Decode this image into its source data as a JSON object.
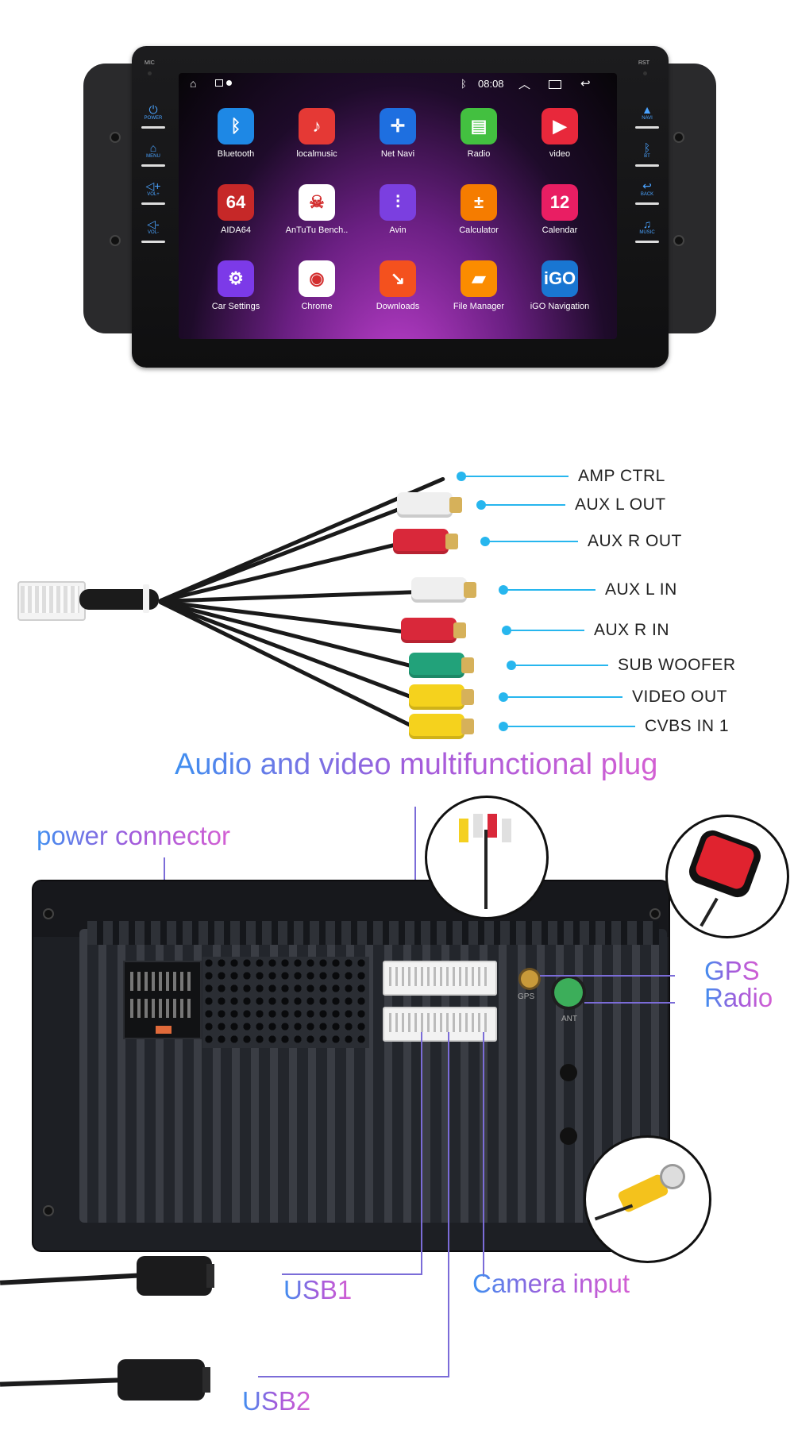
{
  "unit": {
    "mic": "MIC",
    "rst": "RST",
    "status": {
      "time": "08:08"
    },
    "left_buttons": [
      {
        "glyph": "⏻",
        "label": "POWER",
        "icon": "power-icon"
      },
      {
        "glyph": "⌂",
        "label": "MENU",
        "icon": "home-icon"
      },
      {
        "glyph": "◁+",
        "label": "VOL+",
        "icon": "volume-up-icon"
      },
      {
        "glyph": "◁-",
        "label": "VOL-",
        "icon": "volume-down-icon"
      }
    ],
    "right_buttons": [
      {
        "glyph": "▲",
        "label": "NAVI",
        "icon": "navi-icon"
      },
      {
        "glyph": "ᛒ",
        "label": "BT",
        "icon": "bluetooth-icon"
      },
      {
        "glyph": "↩",
        "label": "BACK",
        "icon": "back-icon"
      },
      {
        "glyph": "♫",
        "label": "MUSIC",
        "icon": "music-icon"
      }
    ],
    "apps": [
      {
        "label": "Bluetooth",
        "icon": "bluetooth-icon",
        "glyph": "ᛒ",
        "color": "#1e88e5"
      },
      {
        "label": "localmusic",
        "icon": "music-note-icon",
        "glyph": "♪",
        "color": "#e53935"
      },
      {
        "label": "Net Navi",
        "icon": "compass-icon",
        "glyph": "✛",
        "color": "#1e6fe0"
      },
      {
        "label": "Radio",
        "icon": "radio-icon",
        "glyph": "▤",
        "color": "#43c040"
      },
      {
        "label": "video",
        "icon": "play-icon",
        "glyph": "▶",
        "color": "#e8283b"
      },
      {
        "label": "AIDA64",
        "icon": "aida64-icon",
        "glyph": "64",
        "color": "#c62828"
      },
      {
        "label": "AnTuTu Bench..",
        "icon": "antutu-icon",
        "glyph": "☠",
        "color": "#ffffff"
      },
      {
        "label": "Avin",
        "icon": "equalizer-icon",
        "glyph": "⫶",
        "color": "#7b3fe0"
      },
      {
        "label": "Calculator",
        "icon": "calculator-icon",
        "glyph": "±",
        "color": "#f57c00"
      },
      {
        "label": "Calendar",
        "icon": "calendar-icon",
        "glyph": "12",
        "color": "#e91e63"
      },
      {
        "label": "Car Settings",
        "icon": "gear-icon",
        "glyph": "⚙",
        "color": "#7c3ae8"
      },
      {
        "label": "Chrome",
        "icon": "chrome-icon",
        "glyph": "◉",
        "color": "#ffffff"
      },
      {
        "label": "Downloads",
        "icon": "download-icon",
        "glyph": "↘",
        "color": "#f4511e"
      },
      {
        "label": "File Manager",
        "icon": "folder-icon",
        "glyph": "▰",
        "color": "#fb8c00"
      },
      {
        "label": "iGO Navigation",
        "icon": "igo-icon",
        "glyph": "iGO",
        "color": "#1976d2"
      }
    ]
  },
  "cable": {
    "labels": [
      "AMP CTRL",
      "AUX L OUT",
      "AUX R OUT",
      "AUX L IN",
      "AUX R IN",
      "SUB WOOFER",
      "VIDEO OUT",
      "CVBS IN 1"
    ],
    "accent": "#27b6ee"
  },
  "back": {
    "title": "Audio and video multifunctional plug",
    "power": "power connector",
    "gps": "GPS",
    "radio": "Radio",
    "usb1": "USB1",
    "camera": "Camera input",
    "usb2": "USB2",
    "gps_mark": "GPS",
    "ant_mark": "ANT"
  }
}
